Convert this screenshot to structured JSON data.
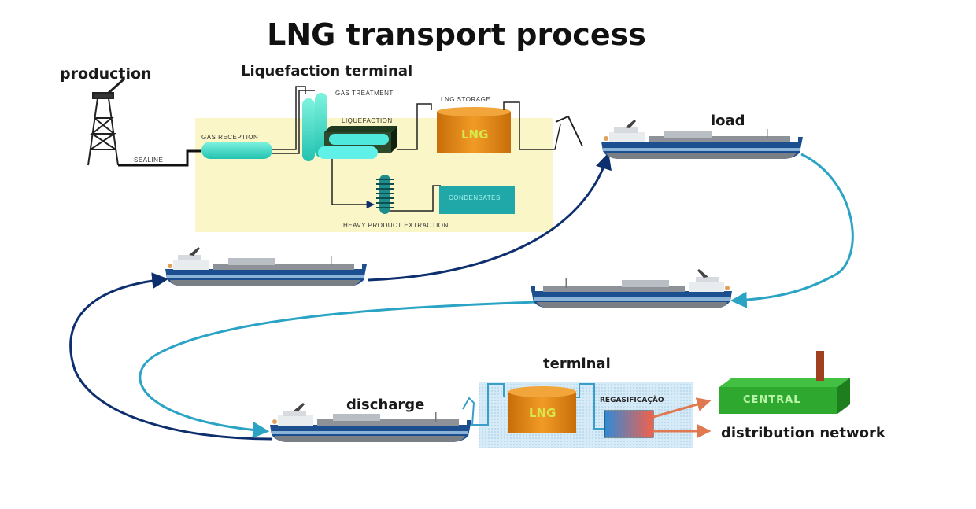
{
  "title": "LNG transport process",
  "labels": {
    "production": "production",
    "liquefaction_terminal": "Liquefaction terminal",
    "load": "load",
    "discharge": "discharge",
    "terminal": "terminal",
    "distribution_network": "distribution network"
  },
  "plant": {
    "sealine": "SEALINE",
    "gas_reception": "GAS RECEPTION",
    "gas_treatment": "GAS TREATMENT",
    "liquefaction": "LIQUEFACTION",
    "lng_storage": "LNG STORAGE",
    "lng_tank": "LNG",
    "condensates": "CONDENSATES",
    "heavy_product_extraction": "HEAVY PRODUCT EXTRACTION"
  },
  "receiving": {
    "lng_tank": "LNG",
    "regasification": "REGASIFICAÇÃO",
    "central": "CENTRAL"
  },
  "colors": {
    "loaded_route": "#0d2f6e",
    "return_route": "#2aa3c4",
    "plant_bg": "#fbf6c8",
    "terminal_bg": "#cfe6f5",
    "tank": "#e08a14",
    "central": "#2ea82e",
    "arrow_orange": "#e07850"
  }
}
